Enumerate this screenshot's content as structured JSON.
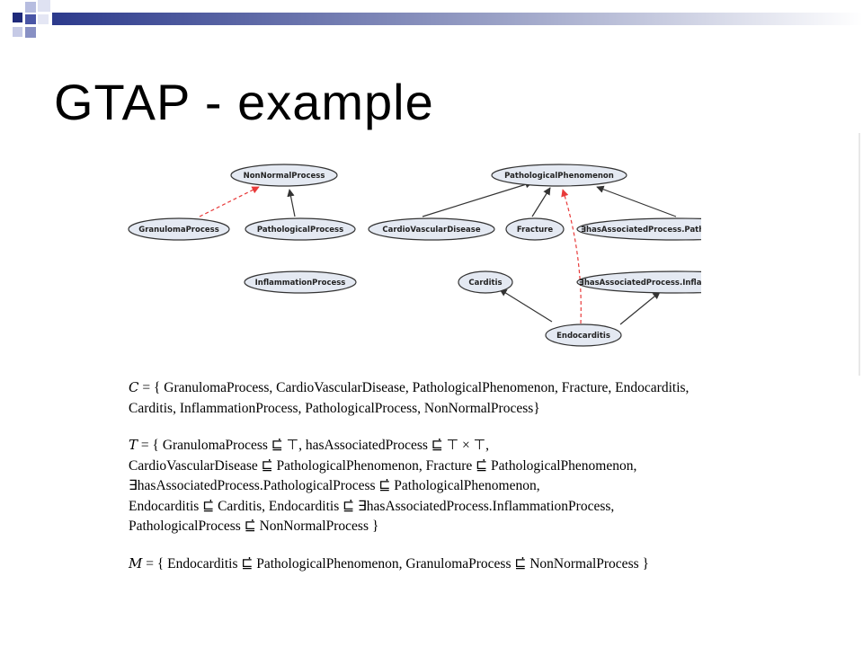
{
  "slide": {
    "title": "GTAP - example"
  },
  "diagram": {
    "nodes": {
      "non_normal_process": "NonNormalProcess",
      "granuloma_process": "GranulomaProcess",
      "pathological_process": "PathologicalProcess",
      "inflammation_process": "InflammationProcess",
      "pathological_phenomenon": "PathologicalPhenomenon",
      "cardio_vascular_disease": "CardioVascularDisease",
      "fracture": "Fracture",
      "exists_pathological": "∃hasAssociatedProcess.PathologicalProcess",
      "carditis": "Carditis",
      "exists_inflammation": "∃hasAssociatedProcess.InflammationProcess",
      "endocarditis": "Endocarditis"
    },
    "colors": {
      "node_fill": "#e4e9f2",
      "node_stroke": "#333333",
      "edge": "#333333",
      "mapping_edge": "#e83a3a"
    }
  },
  "definitions": {
    "concepts": {
      "symbol": "C",
      "line1": "= { GranulomaProcess, CardioVascularDisease, PathologicalPhenomenon, Fracture, Endocarditis,",
      "line2": "Carditis, InflammationProcess, PathologicalProcess, NonNormalProcess}"
    },
    "tbox": {
      "symbol": "T",
      "line1": "= { GranulomaProcess ⊑̇ ⊤, hasAssociatedProcess ⊑̇ ⊤ × ⊤,",
      "line2": "CardioVascularDisease ⊑̇ PathologicalPhenomenon, Fracture ⊑̇ PathologicalPhenomenon,",
      "line3": "∃hasAssociatedProcess.PathologicalProcess ⊑̇ PathologicalPhenomenon,",
      "line4": "Endocarditis ⊑̇ Carditis, Endocarditis ⊑̇ ∃hasAssociatedProcess.InflammationProcess,",
      "line5": "PathologicalProcess ⊑̇ NonNormalProcess }"
    },
    "mappings": {
      "symbol": "M",
      "line1": "= { Endocarditis ⊑̇ PathologicalPhenomenon, GranulomaProcess ⊑̇ NonNormalProcess }"
    }
  }
}
